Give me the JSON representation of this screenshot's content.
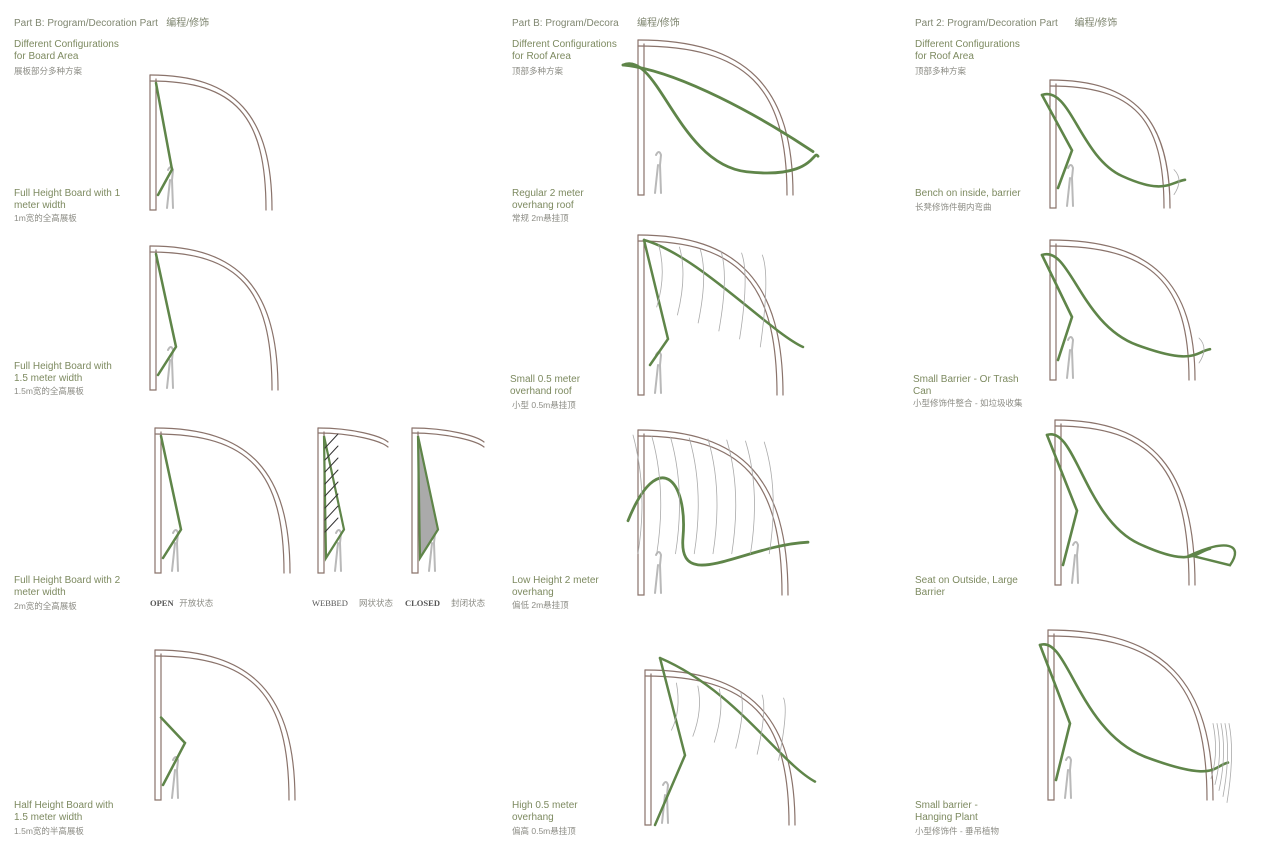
{
  "columns": [
    {
      "header": "Part B: Program/Decoration Part",
      "header_zh": "编程/修饰",
      "subtitle": "Different Configurations for Board Area",
      "subtitle_zh": "展板部分多种方案",
      "items": [
        {
          "caption": "Full Height Board with 1 meter width",
          "caption_zh": "1m宽的全高展板"
        },
        {
          "caption": "Full Height Board with 1.5 meter width",
          "caption_zh": "1.5m宽的全高展板"
        },
        {
          "caption": "Full Height Board with 2 meter width",
          "caption_zh": "2m宽的全高展板"
        },
        {
          "caption": "Half Height Board with 1.5 meter width",
          "caption_zh": "1.5m宽的半高展板"
        }
      ],
      "states": [
        {
          "label": "OPEN",
          "label_zh": "开放状态"
        },
        {
          "label": "WEBBED",
          "label_zh": "网状状态"
        },
        {
          "label": "CLOSED",
          "label_zh": "封闭状态"
        }
      ]
    },
    {
      "header": "Part B: Program/Decora",
      "header_zh": "编程/修饰",
      "subtitle": "Different Configurations for Roof Area",
      "subtitle_zh": "顶部多种方案",
      "items": [
        {
          "caption": "Regular 2 meter overhang roof",
          "caption_zh": "常规 2m悬挂顶"
        },
        {
          "caption": "Small 0.5 meter overhand roof",
          "caption_zh": "小型 0.5m悬挂顶"
        },
        {
          "caption": "Low Height 2 meter overhang",
          "caption_zh": "偏低 2m悬挂顶"
        },
        {
          "caption": "High 0.5 meter overhang",
          "caption_zh": "偏高 0.5m悬挂顶"
        }
      ]
    },
    {
      "header": "Part 2: Program/Decoration Part",
      "header_zh": "编程/修饰",
      "subtitle": "Different Configurations for Roof Area",
      "subtitle_zh": "顶部多种方案",
      "items": [
        {
          "caption": "Bench on inside, barrier",
          "caption_zh": "长凳修饰件朝内弯曲"
        },
        {
          "caption": "Small Barrier - Or Trash Can",
          "caption_zh": "小型修饰件整合 - 如垃圾收集"
        },
        {
          "caption": "Seat on Outside, Large Barrier",
          "caption_zh": "Seat on Outside, Large Barrier"
        },
        {
          "caption": "Small barrier - Hanging Plant",
          "caption_zh": "小型修饰件 - 垂吊植物"
        }
      ]
    }
  ],
  "colors": {
    "frame": "#8a736b",
    "green": "#5f8549",
    "text": "#7d8a68",
    "figure": "#b9b9b9"
  }
}
